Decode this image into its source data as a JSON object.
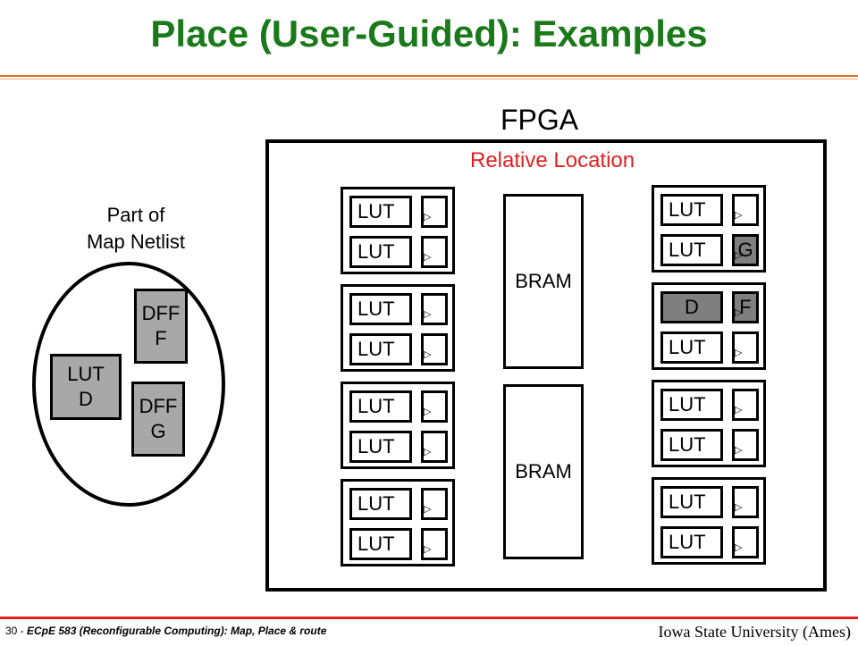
{
  "title": "Place (User-Guided): Examples",
  "fpga": {
    "label": "FPGA",
    "relative_location": "Relative Location",
    "bram_label": "BRAM",
    "lut_label": "LUT",
    "placed_lut": "D",
    "placed_ff_top": "G",
    "placed_ff_bottom": "F"
  },
  "netlist": {
    "label_line1": "Part of",
    "label_line2": "Map Netlist",
    "lut_line1": "LUT",
    "lut_line2": "D",
    "dff_f_line1": "DFF",
    "dff_f_line2": "F",
    "dff_g_line1": "DFF",
    "dff_g_line2": "G"
  },
  "colors": {
    "title": "#1a7a1a",
    "relative_location": "#e0201e",
    "highlight": "#7f7f7f",
    "netlist_box": "#a8a8a8"
  },
  "footer": {
    "page_number": "30 - ",
    "course": "ECpE 583 (Reconfigurable Computing): Map, Place & route",
    "institution": "Iowa State University (Ames)"
  }
}
